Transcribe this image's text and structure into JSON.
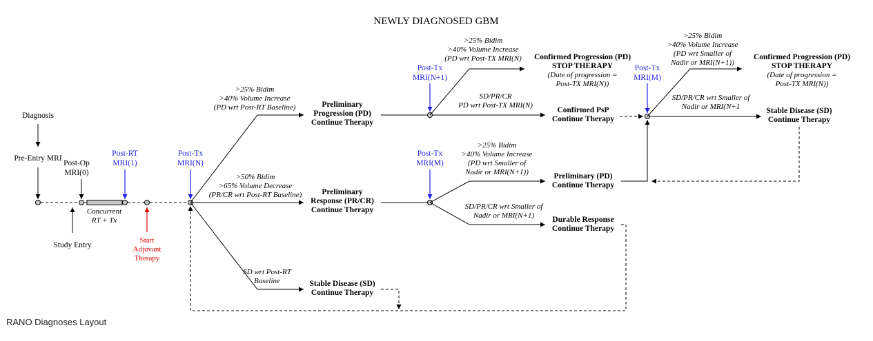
{
  "title": "NEWLY DIAGNOSED GBM",
  "caption": "RANO Diagnoses Layout",
  "colors": {
    "timepoint": "#1f1fe0",
    "adjuvant": "#e00000",
    "line": "#000000"
  },
  "timeline": {
    "diagnosis": "Diagnosis",
    "pre_entry_mri": "Pre-Entry MRI",
    "post_op": [
      "Post-Op",
      "MRI(0)"
    ],
    "post_rt": [
      "Post-RT",
      "MRI(1)"
    ],
    "post_tx_n": [
      "Post-Tx",
      "MRI(N)"
    ],
    "concurrent": [
      "Concurrent",
      "RT + Tx"
    ],
    "study_entry": "Study Entry",
    "start_adjuvant": [
      "Start",
      "Adjuvant",
      "Therapy"
    ]
  },
  "branches": {
    "progression_criteria": [
      ">25% Bidim",
      ">40% Volume Increase",
      "(PD wrt Post-RT Baseline)"
    ],
    "response_criteria": [
      ">50% Bidim",
      ">65% Volume Decrease",
      "(PR/CR wrt Post-RT Baseline)"
    ],
    "sd_criteria": [
      "SD wrt Post-RT",
      "Baseline"
    ]
  },
  "nodes": {
    "prelim_progression": [
      "Preliminary",
      "Progression (PD)",
      "Continue Therapy"
    ],
    "prelim_response": [
      "Preliminary",
      "Response (PR/CR)",
      "Continue Therapy"
    ],
    "stable_disease_1": [
      "Stable Disease (SD)",
      "Continue Therapy"
    ],
    "confirmed_pd_1": [
      "Confirmed Progression (PD)",
      "STOP THERAPY"
    ],
    "confirmed_pd_1_note": [
      "(Date of progression =",
      "Post-TX MRI(N))"
    ],
    "confirmed_psp": [
      "Confirmed PsP",
      "Continue Therapy"
    ],
    "prelim_pd_2": [
      "Preliminary (PD)",
      "Continue Therapy"
    ],
    "durable_response": [
      "Durable Response",
      "Continue Therapy"
    ],
    "confirmed_pd_2": [
      "Confirmed Progression (PD)",
      "STOP THERAPY"
    ],
    "confirmed_pd_2_note": [
      "(Date of progression =",
      "Post-TX MRI(N))"
    ],
    "stable_disease_2": [
      "Stable Disease (SD)",
      "Continue Therapy"
    ]
  },
  "second_level": {
    "post_tx_n1": [
      "Post-Tx",
      "MRI(N+1)"
    ],
    "pd_from_prelim_pd": [
      ">25% Bidim",
      ">40% Volume Increase",
      "(PD wrt Post-TX MRI(N)"
    ],
    "psp_criteria": [
      "SD/PR/CR",
      "PD wrt Post-TX MRI(N)"
    ],
    "post_tx_m_mid": [
      "Post-Tx",
      "MRI(M)"
    ],
    "pd_from_response": [
      ">25% Bidim",
      ">40% Volume Increase",
      "(PD wrt Smaller of",
      "Nadir or MRI(N+1))"
    ],
    "durable_criteria": [
      "SD/PR/CR wrt Smaller of",
      "Nadir or MRI(N+1)"
    ],
    "post_tx_m_right": [
      "Post-Tx",
      "MRI(M)"
    ],
    "pd_right": [
      ">25% Bidim",
      ">40% Volume Increase",
      "(PD wrt Smaller of",
      "Nadir or MRI(N+1))"
    ],
    "sd_right": [
      "SD/PR/CR wrt Smaller of",
      "Nadir or MRI(N+1"
    ]
  }
}
